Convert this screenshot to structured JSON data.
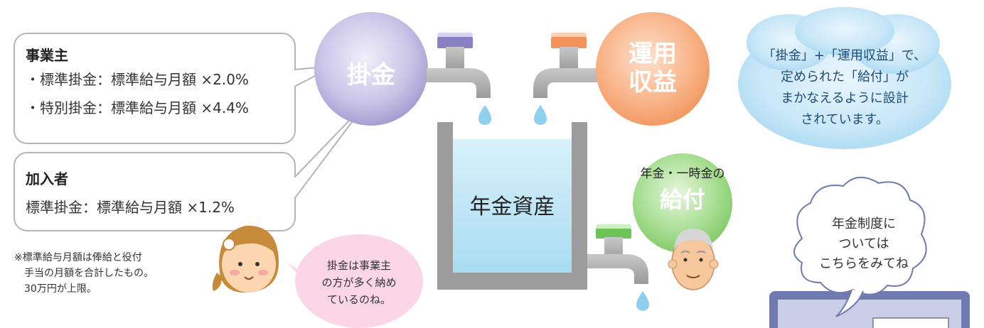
{
  "employer_box": {
    "heading": "事業主",
    "line1": "・標準掛金：標準給与月額 ×2.0%",
    "line2": "・特別掛金：標準給与月額 ×4.4%"
  },
  "member_box": {
    "heading": "加入者",
    "line1": "標準掛金：標準給与月額 ×1.2%"
  },
  "footnote": {
    "line1": "※標準給与月額は俸給と役付",
    "line2": "手当の月額を合計したもの。",
    "line3": "30万円が上限。"
  },
  "contribution_circle": {
    "label": "掛金"
  },
  "investment_circle": {
    "line1": "運用",
    "line2": "収益"
  },
  "tank": {
    "label": "年金資産"
  },
  "benefit_circle": {
    "caption": "年金・一時金の",
    "label": "給付"
  },
  "cloud_note": {
    "line1": "「掛金」+「運用収益」で、",
    "line2": "定められた「給付」が",
    "line3": "まかなえるように設計",
    "line4": "されています。"
  },
  "girl_bubble": {
    "line1": "掛金は事業主",
    "line2": "の方が多く納め",
    "line3": "ているのね。"
  },
  "pc_bubble": {
    "line1": "年金制度に",
    "line2": "ついては",
    "line3": "こちらをみてね"
  },
  "colors": {
    "purple": "#b9b2dc",
    "orange": "#f6a974",
    "green": "#8fd27c",
    "water": "#bfe6f6",
    "tank": "#9c9c9c",
    "cloud": "#bfe3f6"
  }
}
